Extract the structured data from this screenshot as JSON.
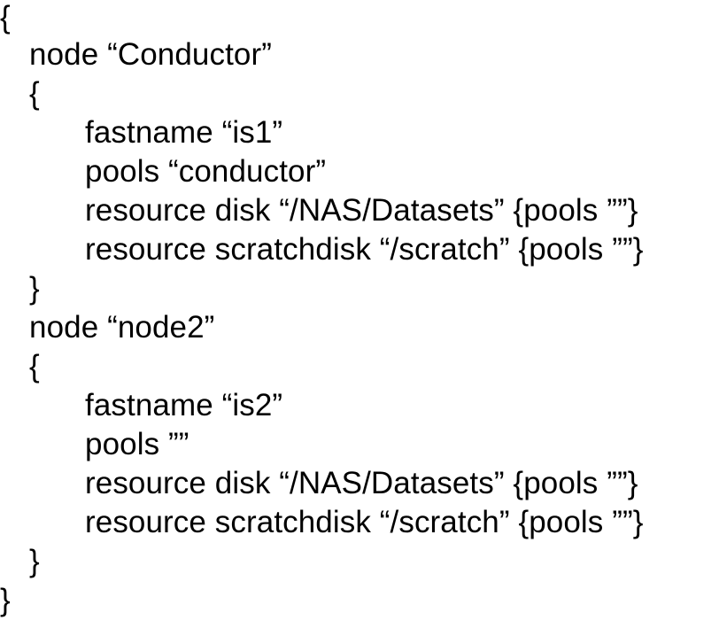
{
  "document": {
    "kind": "configuration-file-listing",
    "background_color": "#ffffff",
    "text_color": "#000000",
    "lines": [
      {
        "indent": 0,
        "text": "{"
      },
      {
        "indent": 1,
        "text": "node “Conductor”"
      },
      {
        "indent": 1,
        "text": "{"
      },
      {
        "indent": 2,
        "text": "fastname “is1”"
      },
      {
        "indent": 2,
        "text": "pools “conductor”"
      },
      {
        "indent": 2,
        "text": "resource disk “/NAS/Datasets” {pools ””}"
      },
      {
        "indent": 2,
        "text": "resource scratchdisk “/scratch” {pools ””}"
      },
      {
        "indent": 1,
        "text": "}"
      },
      {
        "indent": 1,
        "text": "node “node2”"
      },
      {
        "indent": 1,
        "text": "{"
      },
      {
        "indent": 2,
        "text": "fastname “is2”"
      },
      {
        "indent": 2,
        "text": "pools ””"
      },
      {
        "indent": 2,
        "text": "resource disk “/NAS/Datasets” {pools ””}"
      },
      {
        "indent": 2,
        "text": "resource scratchdisk “/scratch” {pools ””}"
      },
      {
        "indent": 1,
        "text": "}"
      },
      {
        "indent": 0,
        "text": "}"
      }
    ]
  }
}
